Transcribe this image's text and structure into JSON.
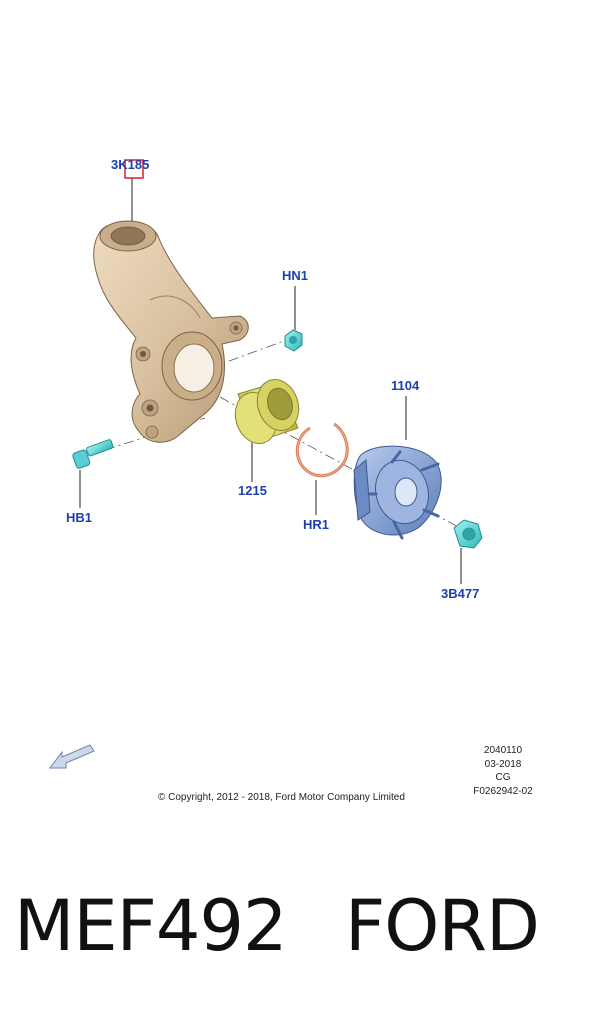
{
  "callouts": {
    "knuckle": "3K185",
    "nut_hn": "HN1",
    "hub": "1104",
    "bearing": "1215",
    "bolt_hb": "HB1",
    "snap_ring": "HR1",
    "hub_nut": "3B477"
  },
  "drawing_info": {
    "number": "2040110",
    "date": "03-2018",
    "code": "CG",
    "ref": "F0262942-02"
  },
  "copyright": "© Copyright, 2012 - 2018, Ford Motor Company Limited",
  "caption": {
    "part_number": "MEF492",
    "brand": "FORD"
  },
  "colors": {
    "callout_text": "#1f3fb0",
    "knuckle": "#d9c3a3",
    "bearing": "#e7e47a",
    "snap_ring": "#d97a55",
    "hub": "#8aa8d8",
    "fastener": "#5fd6d6",
    "highlight_box": "#d0203a"
  }
}
